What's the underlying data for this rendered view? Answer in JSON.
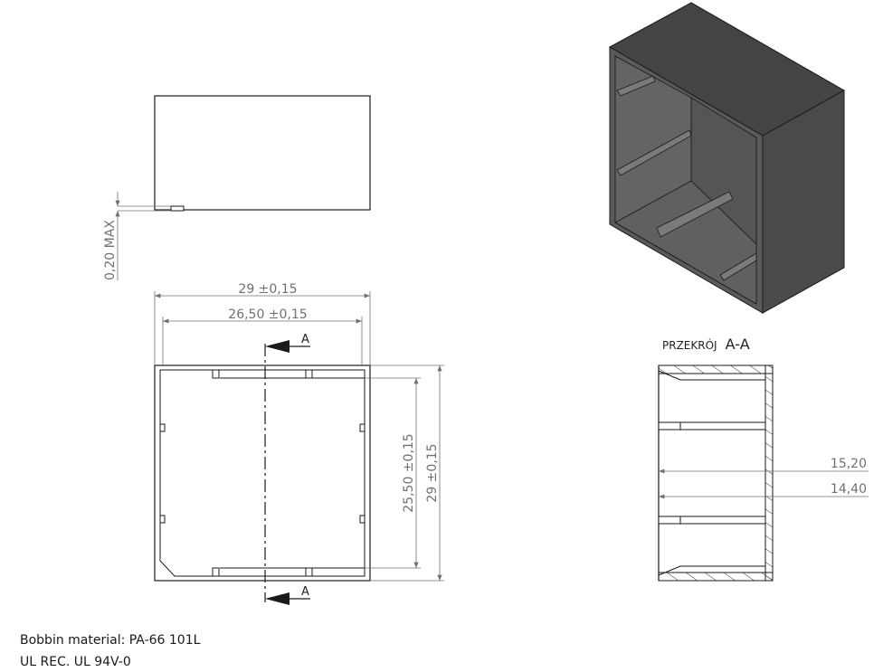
{
  "views": {
    "side": {
      "dimension_label": "0,20 MAX"
    },
    "top": {
      "outer_width_label": "29 ±0,15",
      "inner_width_label": "26,50 ±0,15",
      "inner_height_label": "25,50 ±0,15",
      "outer_height_label": "29 ±0,15",
      "section_marker_top": "A",
      "section_marker_bottom": "A"
    },
    "section": {
      "title_prefix": "PRZEKRÓJ",
      "title_letters": "A-A",
      "dimension_1": "15,20",
      "dimension_2": "14,40"
    }
  },
  "notes": {
    "material": "Bobbin material: PA-66 101L",
    "rating": "UL REC. UL 94V-0"
  },
  "colors": {
    "line": "#1a1a1a",
    "dimension": "#707070",
    "iso_front": "#5a5a5a",
    "iso_top": "#444444",
    "iso_side": "#4a4a4a",
    "iso_inner": "#6a6a6a"
  }
}
